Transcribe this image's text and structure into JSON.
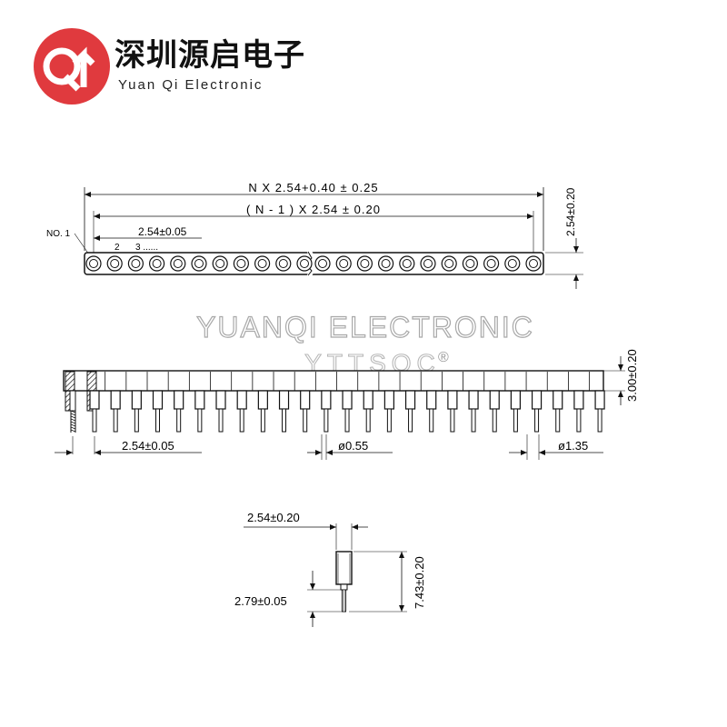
{
  "brand": {
    "name_cn": "深圳源启电子",
    "name_en": "Yuan Qi Electronic",
    "logo_color": "#e03a3e"
  },
  "watermark": {
    "line1": "YUANQI ELECTRONIC",
    "line2": "YTTSQC",
    "registered": "®"
  },
  "top_view": {
    "dim_total": "N X 2.54+0.40 ± 0.25",
    "dim_pitch_span": "( N - 1 ) X 2.54 ± 0.20",
    "dim_pitch": "2.54±0.05",
    "dim_height": "2.54±0.20",
    "pin1_label": "NO. 1",
    "pin2_label": "2",
    "pin3_label": "3 ......"
  },
  "side_view": {
    "dim_height": "3.00±0.20",
    "dim_pitch": "2.54±0.05",
    "dim_pin_dia": "ø0.55",
    "dim_hole_dia": "ø1.35"
  },
  "end_view": {
    "dim_width": "2.54±0.20",
    "dim_total_height": "7.43±0.20",
    "dim_pin_length": "2.79±0.05"
  }
}
